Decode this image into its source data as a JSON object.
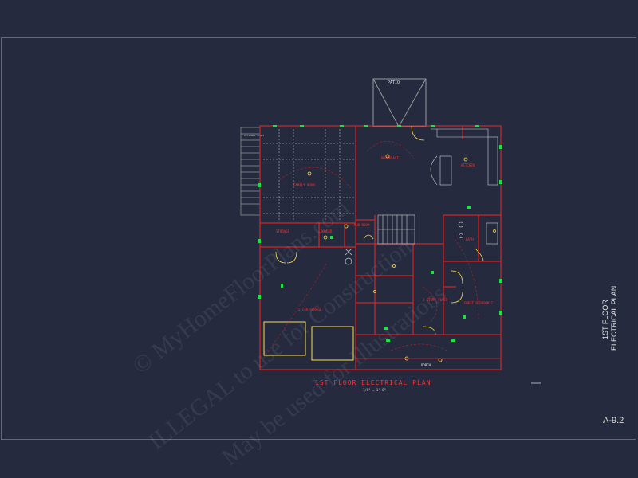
{
  "sheet": {
    "title_line1": "1ST FLOOR",
    "title_line2": "ELECTRICAL PLAN",
    "sheet_number": "A-9.2"
  },
  "plan": {
    "title": "1ST FLOOR ELECTRICAL PLAN",
    "scale": "1/8\" = 1'-0\""
  },
  "rooms": {
    "patio": "PATIO",
    "family_room": "FAMILY ROOM",
    "kitchen": "KITCHEN",
    "breakfast": "BREAKFAST",
    "storage": "STORAGE",
    "powder": "POWDER",
    "mud_room": "MUD ROOM",
    "bath": "BATH",
    "garage": "2-CAR GARAGE",
    "foyer": "2-STORY FOYER",
    "bedroom": "GUEST BEDROOM 2",
    "porch": "PORCH",
    "study": "OPTIONAL STUDY"
  },
  "watermark": {
    "line1": "© MyHomeFloorPlans.com",
    "line2": "ILLEGAL to use for Construction",
    "line3": "May be used for Illustrations"
  },
  "colors": {
    "background": "#252a3f",
    "border": "#d020d0",
    "wall": "#e02020",
    "fixture": "#ffe040",
    "device": "#20e040"
  }
}
